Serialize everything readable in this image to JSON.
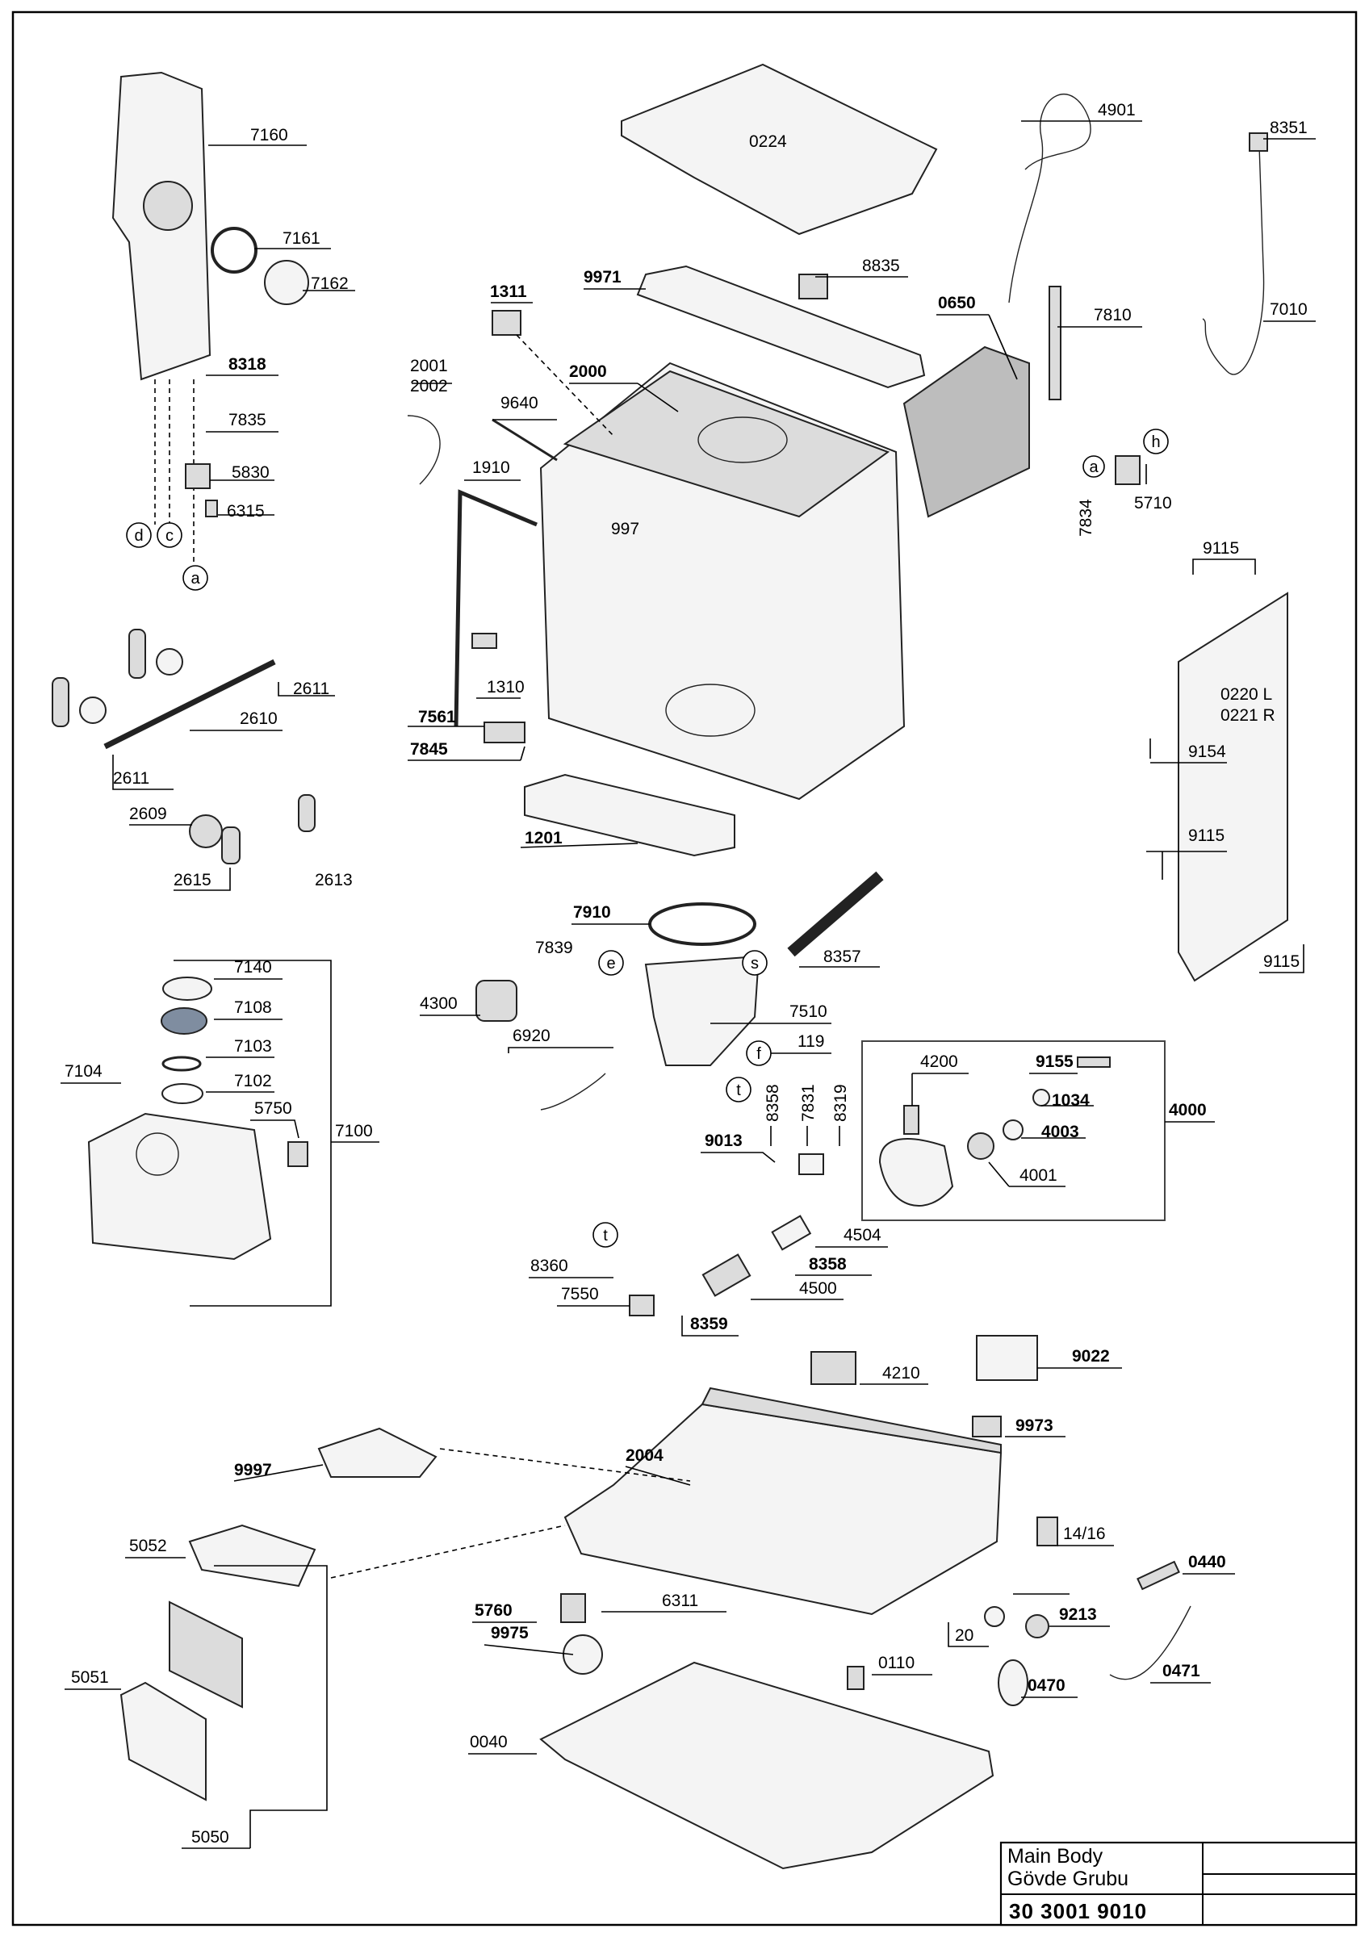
{
  "diagram": {
    "labels": {
      "l0224": "0224",
      "l4901": "4901",
      "l8351": "8351",
      "l7160": "7160",
      "l7161": "7161",
      "l7162": "7162",
      "l8318": "8318",
      "l7835": "7835",
      "l5830": "5830",
      "l6315": "6315",
      "l9971": "9971",
      "l8835": "8835",
      "l1311": "1311",
      "l0650": "0650",
      "l7810": "7810",
      "l7010": "7010",
      "l2001": "2001",
      "l2002": "2002",
      "l2000": "2000",
      "l9640": "9640",
      "l1910": "1910",
      "l997": "997",
      "l7834": "7834",
      "l5710": "5710",
      "l9115a": "9115",
      "l0220": "0220 L",
      "l0221": "0221 R",
      "l9154": "9154",
      "l9115b": "9115",
      "l9115c": "9115",
      "l2611a": "2611",
      "l2610": "2610",
      "l2611b": "2611",
      "l2609": "2609",
      "l2615": "2615",
      "l2613": "2613",
      "l1310": "1310",
      "l7561": "7561",
      "l7845": "7845",
      "l1201": "1201",
      "l7910": "7910",
      "l7839": "7839",
      "l8357": "8357",
      "l4300": "4300",
      "l7510": "7510",
      "l6920": "6920",
      "l119": "119",
      "l7140": "7140",
      "l7108": "7108",
      "l7103": "7103",
      "l7104": "7104",
      "l7102": "7102",
      "l5750": "5750",
      "l7100": "7100",
      "l4200": "4200",
      "l9155": "9155",
      "l1034": "1034",
      "l4003": "4003",
      "l4000": "4000",
      "l4001": "4001",
      "l8358a": "8358",
      "l7831": "7831",
      "l8319": "8319",
      "l9013": "9013",
      "l4504": "4504",
      "l8358b": "8358",
      "l8360": "8360",
      "l7550": "7550",
      "l4500": "4500",
      "l8359": "8359",
      "l4210": "4210",
      "l9022": "9022",
      "l9973": "9973",
      "l9997": "9997",
      "l2004": "2004",
      "l5052": "5052",
      "l1416": "14/16",
      "l0440": "0440",
      "l9213": "9213",
      "l5760": "5760",
      "l6311": "6311",
      "l20": "20",
      "l9975": "9975",
      "l0110": "0110",
      "l0470": "0470",
      "l0471": "0471",
      "l5051": "5051",
      "l0040": "0040",
      "l5050": "5050"
    },
    "callouts": {
      "c_d": "d",
      "c_c": "c",
      "c_a1": "a",
      "c_a2": "a",
      "c_h": "h",
      "c_e": "e",
      "c_s": "s",
      "c_f": "f",
      "c_t1": "t",
      "c_t2": "t"
    }
  },
  "title_block": {
    "title_en": "Main Body",
    "title_tr": "Gövde Grubu",
    "code": "30 3001 9010"
  }
}
